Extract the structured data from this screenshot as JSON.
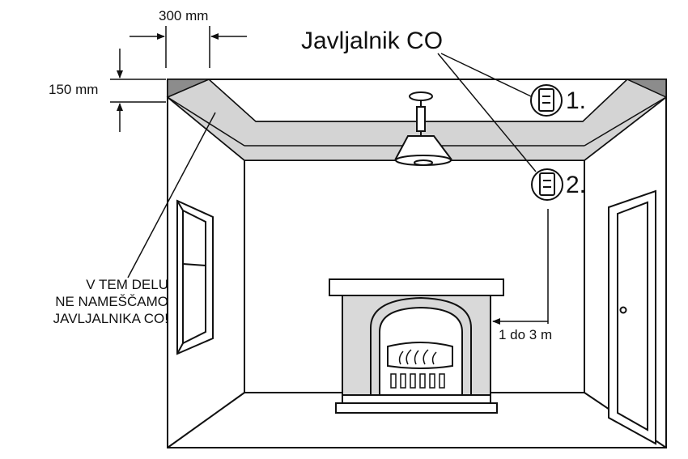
{
  "labels": {
    "title": "Javljalnik CO",
    "position_1": "1.",
    "position_2": "2.",
    "dim_width": "300 mm",
    "dim_height": "150 mm",
    "dim_range": "1 do 3 m",
    "warning_lines": [
      "V TEM DELU",
      "NE NAMEŠČAMO",
      "JAVLJALNIKA CO!"
    ]
  },
  "colors": {
    "line": "#111111",
    "ceiling_band": "#d4d4d4",
    "corner_dark": "#8c8c8c",
    "fireplace_fill": "#d9d9d9",
    "background": "#ffffff"
  },
  "icons": [
    "co-detector-icon",
    "ceiling-lamp-icon",
    "fireplace-icon",
    "door-icon",
    "window-icon"
  ]
}
